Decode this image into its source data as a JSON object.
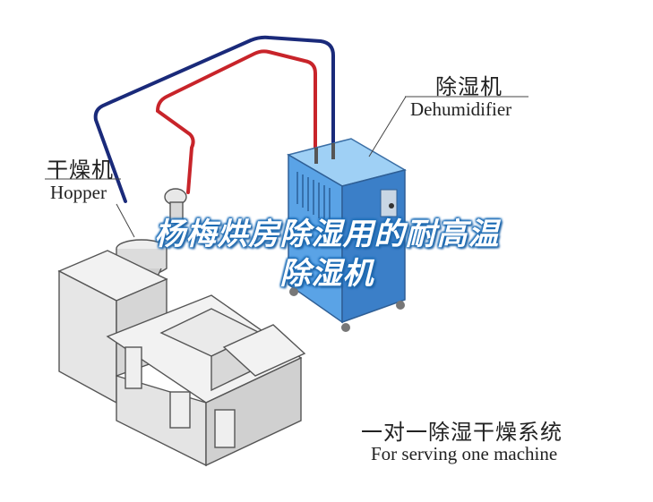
{
  "labels": {
    "dehumidifier_cn": "除湿机",
    "dehumidifier_en": "Dehumidifier",
    "hopper_cn": "干燥机",
    "hopper_en": "Hopper",
    "system_cn": "一对一除湿干燥系统",
    "system_en": "For serving one machine"
  },
  "overlay_title": {
    "line1": "杨梅烘房除湿用的耐高温",
    "line2": "除湿机"
  },
  "colors": {
    "pipe_blue": "#1a2a7a",
    "pipe_red": "#c8242a",
    "cabinet_blue": "#4a90d9",
    "title_outline": "#1f6fb8"
  }
}
